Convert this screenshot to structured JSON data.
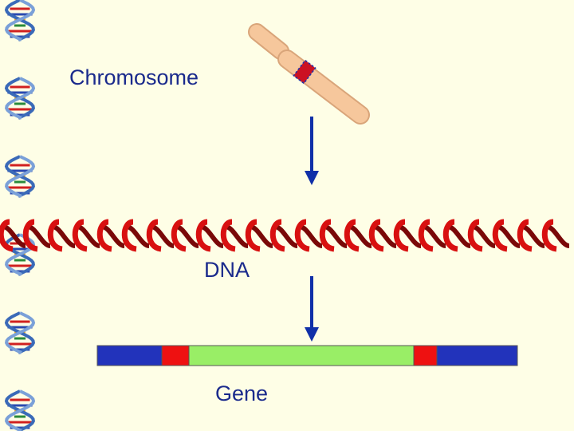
{
  "labels": {
    "chromosome": "Chromosome",
    "dna": "DNA",
    "gene": "Gene"
  },
  "colors": {
    "background": "#fefee6",
    "label_text": "#1a2a8c",
    "arrow": "#1030a8",
    "chromosome_body": "#f6c79c",
    "chromosome_band": "#cc1122",
    "dna_helix": "#cc1111",
    "gene_flank": "#2233bb",
    "gene_boundary": "#ee1111",
    "gene_core": "#99ee66"
  },
  "icons": {
    "side_border": "dna-helix-icon",
    "chromosome": "chromosome-icon",
    "dna_strand": "dna-double-helix-strand"
  }
}
